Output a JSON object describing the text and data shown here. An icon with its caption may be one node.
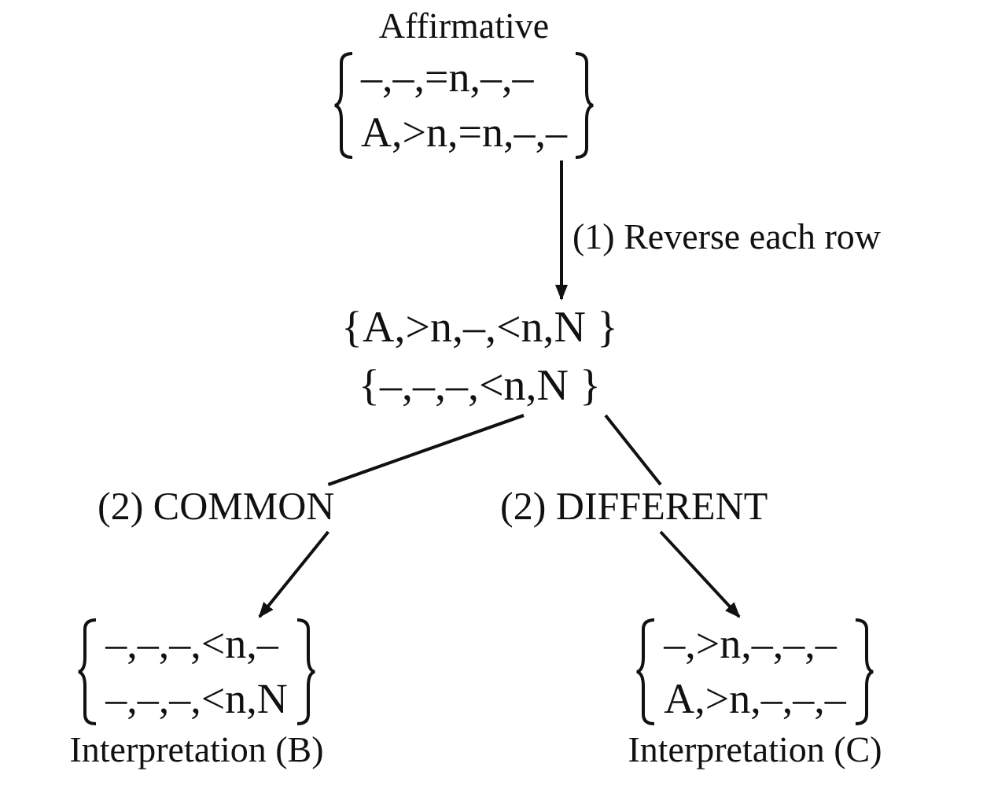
{
  "diagram": {
    "nodes": [
      {
        "text": [
          "Affirmative",
          "–,–,=n,–,–",
          "A,>n,=n,–,–"
        ]
      },
      {
        "text": [
          "{A,>n,–,<n,N }",
          "{–,–,–,<n,N }"
        ]
      },
      {
        "text": [
          "(2) COMMON"
        ]
      },
      {
        "text": [
          "(2) DIFFERENT"
        ]
      },
      {
        "text": [
          "–,–,–,<n,–",
          "–,–,–,<n,N",
          "Interpretation (B)"
        ]
      },
      {
        "text": [
          "–,>n,–,–,–",
          "A,>n,–,–,–",
          "Interpretation (C)"
        ]
      }
    ],
    "edges": [
      {
        "from": 0,
        "to": 1,
        "arrow": "to",
        "label": "(1) Reverse each row"
      },
      {
        "from": 1,
        "to": 2,
        "arrow": "none"
      },
      {
        "from": 1,
        "to": 3,
        "arrow": "none"
      },
      {
        "from": 2,
        "to": 4,
        "arrow": "to"
      },
      {
        "from": 3,
        "to": 5,
        "arrow": "to"
      }
    ]
  }
}
